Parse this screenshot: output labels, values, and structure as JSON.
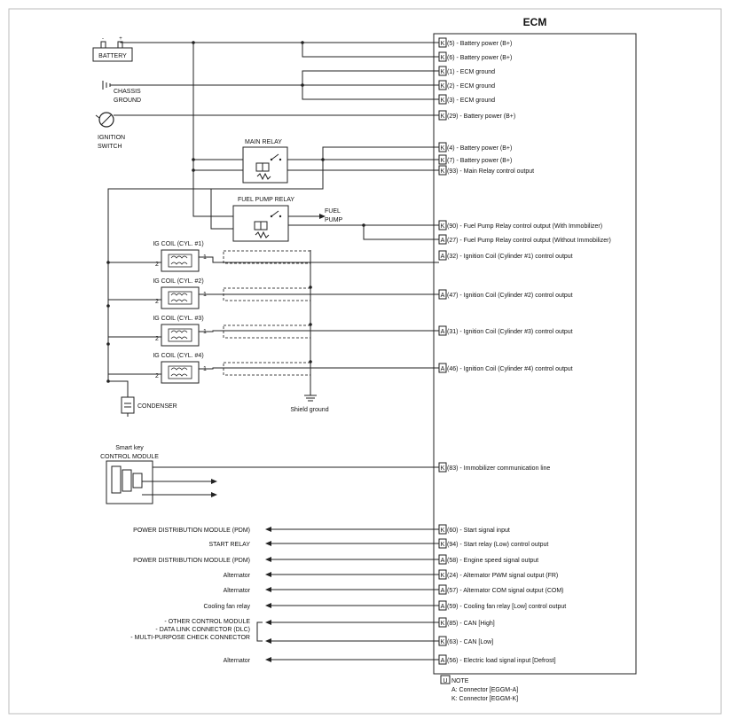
{
  "ecm": {
    "title": "ECM",
    "pins": [
      {
        "conn": "K",
        "label": "(5) - Battery power (B+)"
      },
      {
        "conn": "K",
        "label": "(6) - Battery power (B+)"
      },
      {
        "conn": "K",
        "label": "(1) - ECM ground"
      },
      {
        "conn": "K",
        "label": "(2) - ECM ground"
      },
      {
        "conn": "K",
        "label": "(3) - ECM ground"
      },
      {
        "conn": "K",
        "label": "(29) - Battery power (B+)"
      },
      {
        "conn": "K",
        "label": "(4) - Battery power (B+)"
      },
      {
        "conn": "K",
        "label": "(7) - Battery power (B+)"
      },
      {
        "conn": "K",
        "label": "(93) - Main Relay control output"
      },
      {
        "conn": "K",
        "label": "(90) - Fuel Pump Relay control output (With Immobilizer)"
      },
      {
        "conn": "A",
        "label": "(27) - Fuel Pump Relay control output (Without Immobilizer)"
      },
      {
        "conn": "A",
        "label": "(32) - Ignition Coil (Cylinder #1) control output"
      },
      {
        "conn": "A",
        "label": "(47) - Ignition Coil (Cylinder #2) control output"
      },
      {
        "conn": "A",
        "label": "(31) - Ignition Coil (Cylinder #3) control output"
      },
      {
        "conn": "A",
        "label": "(46) - Ignition Coil (Cylinder #4) control output"
      },
      {
        "conn": "K",
        "label": "(83) - Immobilizer communication line"
      },
      {
        "conn": "K",
        "label": "(60) - Start signal input"
      },
      {
        "conn": "K",
        "label": "(94) - Start relay (Low) control output"
      },
      {
        "conn": "A",
        "label": "(58) - Engine speed signal output"
      },
      {
        "conn": "K",
        "label": "(24) - Alternator PWM signal output (FR)"
      },
      {
        "conn": "A",
        "label": "(57) - Alternator COM signal output (COM)"
      },
      {
        "conn": "A",
        "label": "(59) - Cooling fan relay [Low] control output"
      },
      {
        "conn": "K",
        "label": "(85) - CAN [High]"
      },
      {
        "conn": "K",
        "label": "(63) - CAN [Low]"
      },
      {
        "conn": "A",
        "label": "(56) - Electric load signal input [Defrost]"
      }
    ]
  },
  "components": {
    "battery": "BATTERY",
    "battery_minus": "-",
    "battery_plus": "+",
    "chassis_ground_1": "CHASSIS",
    "chassis_ground_2": "GROUND",
    "ignition_switch_1": "IGNITION",
    "ignition_switch_2": "SWITCH",
    "main_relay": "MAIN RELAY",
    "fuel_pump_relay": "FUEL PUMP RELAY",
    "fuel_pump_1": "FUEL",
    "fuel_pump_2": "PUMP",
    "ig_coils": [
      "IG COIL (CYL. #1)",
      "IG COIL (CYL. #2)",
      "IG COIL (CYL. #3)",
      "IG COIL (CYL. #4)"
    ],
    "coil_pin_2": "2",
    "coil_pin_1": "1",
    "condenser": "CONDENSER",
    "shield_ground": "Shield ground",
    "smart_key_1": "Smart key",
    "smart_key_2": "CONTROL MODULE"
  },
  "outputs": [
    "POWER DISTRIBUTION MODULE (PDM)",
    "START RELAY",
    "POWER DISTRIBUTION MODULE (PDM)",
    "Alternator",
    "Alternator",
    "Cooling fan relay",
    "- OTHER CONTROL MODULE",
    "- DATA LINK CONNECTOR (DLC)",
    "- MULTI-PURPOSE CHECK CONNECTOR",
    "Alternator"
  ],
  "note": {
    "icon": "U",
    "title": "NOTE",
    "line1": "A: Connector [EGGM-A]",
    "line2": "K: Connector [EGGM-K]"
  }
}
